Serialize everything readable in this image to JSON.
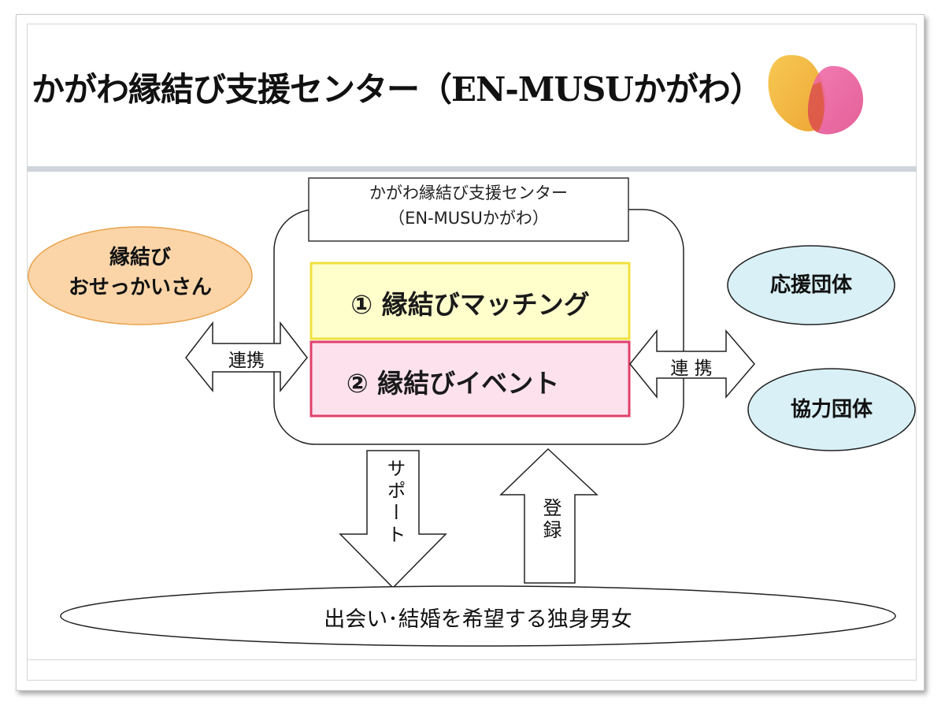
{
  "slide": {
    "title": "かがわ縁結び支援センター（EN-MUSUかがわ）"
  },
  "center": {
    "title_line1": "かがわ縁結び支援センター",
    "title_line2": "（EN-MUSUかがわ）",
    "box1": "① 縁結びマッチング",
    "box2": "② 縁結びイベント"
  },
  "left_blob": {
    "line1": "縁結び",
    "line2": "おせっかいさん"
  },
  "right_blobs": {
    "top": "応援団体",
    "bottom": "協力団体"
  },
  "arrows": {
    "left": "連携",
    "right": "連 携",
    "support": "サポート",
    "register": "登録"
  },
  "bottom_ellipse": "出会い･結婚を希望する独身男女",
  "colors": {
    "box1_fill": "#ffffcc",
    "box1_border": "#f0e040",
    "box2_fill": "#fde2ee",
    "box2_border": "#e0406a",
    "left_blob_fill": "#fbd5a8",
    "left_blob_border": "#e8a24d",
    "right_blob_fill": "#d8f0f6",
    "right_blob_border": "#222222"
  }
}
